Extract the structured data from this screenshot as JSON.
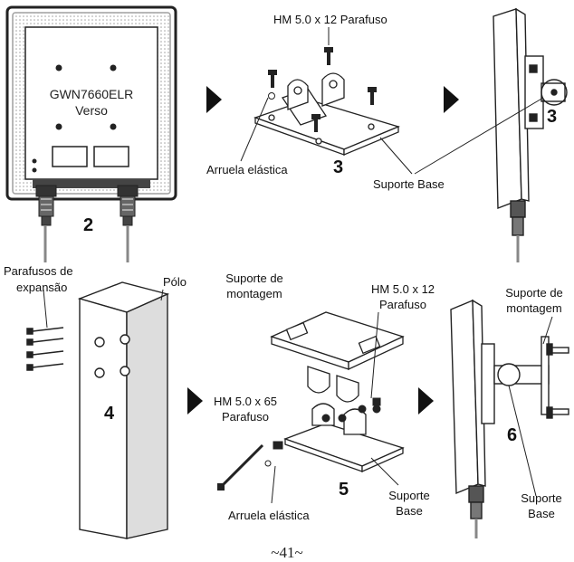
{
  "device": {
    "model": "GWN7660ELR",
    "side": "Verso"
  },
  "steps": {
    "s2": "2",
    "s3a": "3",
    "s3b": "3",
    "s4": "4",
    "s5": "5",
    "s6": "6"
  },
  "labels": {
    "hm_5x12_top": "HM 5.0 x 12 Parafuso",
    "arruela_top": "Arruela elástica",
    "suporte_base_top": "Suporte Base",
    "parafusos_expansao_1": "Parafusos de",
    "parafusos_expansao_2": "expansão",
    "polo": "Pólo",
    "suporte_montagem_mid_1": "Suporte de",
    "suporte_montagem_mid_2": "montagem",
    "hm_5x12_mid_1": "HM 5.0 x 12",
    "hm_5x12_mid_2": "Parafuso",
    "hm_5x65_1": "HM 5.0 x 65",
    "hm_5x65_2": "Parafuso",
    "arruela_bottom": "Arruela elástica",
    "suporte_base_bottom_1": "Suporte",
    "suporte_base_bottom_2": "Base",
    "suporte_montagem_right_1": "Suporte de",
    "suporte_montagem_right_2": "montagem",
    "suporte_base_right_1": "Suporte",
    "suporte_base_right_2": "Base"
  },
  "footer": {
    "page_number": "~41~"
  }
}
